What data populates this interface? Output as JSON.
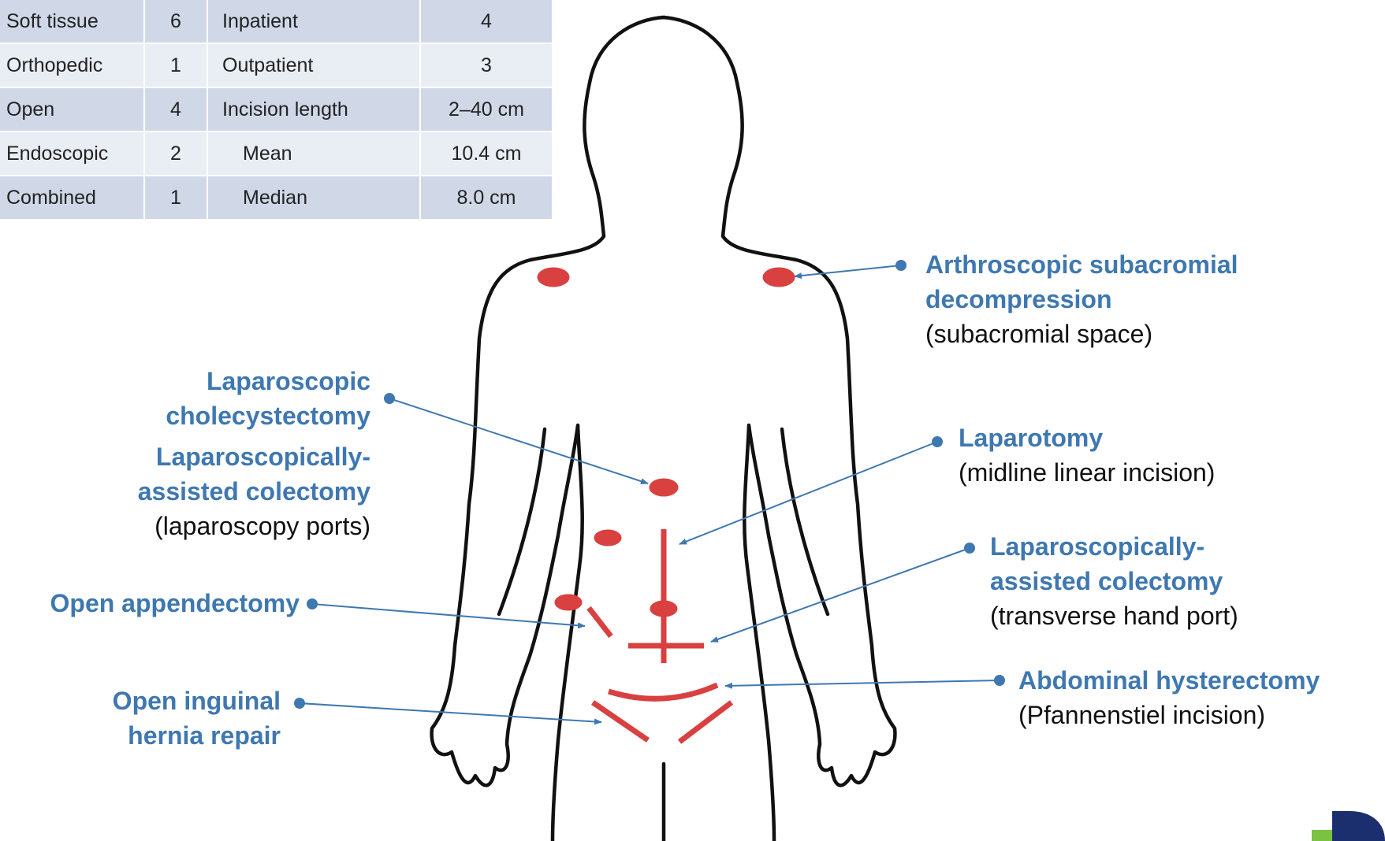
{
  "table": {
    "rows": [
      [
        "Soft tissue",
        "6",
        "Inpatient",
        "4"
      ],
      [
        "Orthopedic",
        "1",
        "Outpatient",
        "3"
      ],
      [
        "Open",
        "4",
        "Incision length",
        "2–40 cm"
      ],
      [
        "Endoscopic",
        "2",
        "Mean",
        "10.4 cm"
      ],
      [
        "Combined",
        "1",
        "Median",
        "8.0 cm"
      ]
    ]
  },
  "labels": {
    "arthroscopic": {
      "bold": "Arthroscopic subacromial decompression",
      "normal": "(subacromial space)"
    },
    "lap_chole": {
      "bold": "Laparoscopic cholecystectomy"
    },
    "lap_colectomy_ports": {
      "bold": "Laparoscopically-assisted colectomy",
      "normal": "(laparoscopy ports)"
    },
    "laparotomy": {
      "bold": "Laparotomy",
      "normal": "(midline linear incision)"
    },
    "lap_colectomy_hand": {
      "bold": "Laparoscopically-assisted colectomy",
      "normal": "(transverse hand port)"
    },
    "appendectomy": {
      "bold": "Open appendectomy"
    },
    "hysterectomy": {
      "bold": "Abdominal hysterectomy",
      "normal": "(Pfannenstiel incision)"
    },
    "hernia": {
      "bold": "Open inguinal hernia repair"
    }
  },
  "colors": {
    "label_blue": "#3f78b0",
    "incision_red": "#d94040",
    "table_band_dark": "#d0d8e8",
    "table_band_light": "#e9edf4"
  },
  "icons": {
    "body": "human-body-outline",
    "logo": "corner-logo"
  }
}
